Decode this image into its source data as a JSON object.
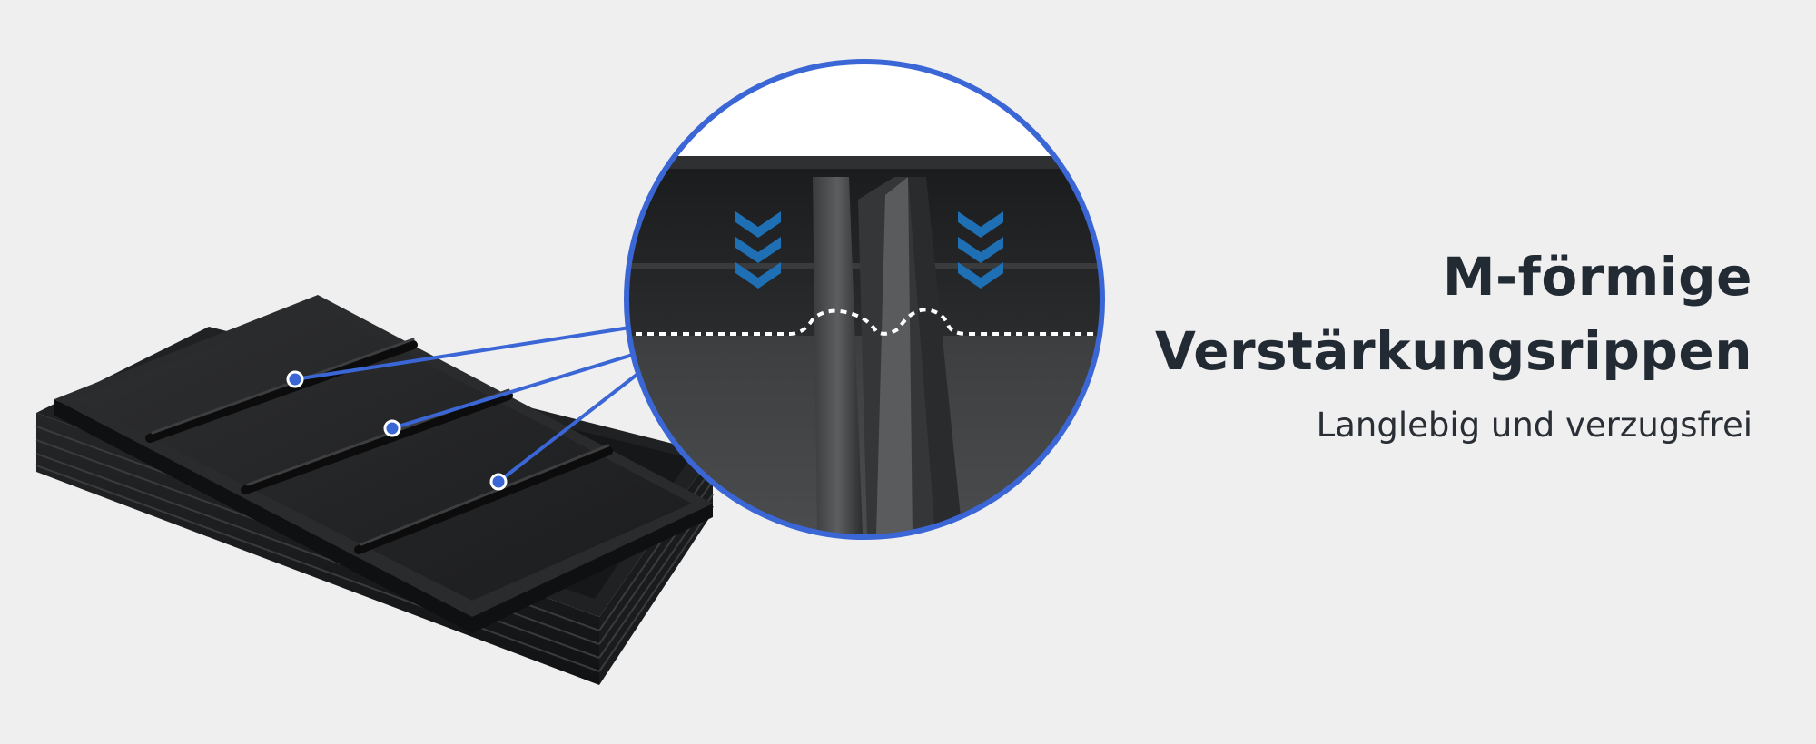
{
  "headline": {
    "line1": "M-förmige",
    "line2": "Verstärkungsrippen"
  },
  "subtitle": "Langlebig und verzugsfrei",
  "colors": {
    "background": "#efefef",
    "accent_blue": "#3a66d6",
    "chevron_blue": "#1f6fb5",
    "tray_black": "#1c1c1e",
    "text_dark": "#222a33"
  },
  "icons": [
    "chevron-down-icon",
    "chevron-down-icon"
  ]
}
